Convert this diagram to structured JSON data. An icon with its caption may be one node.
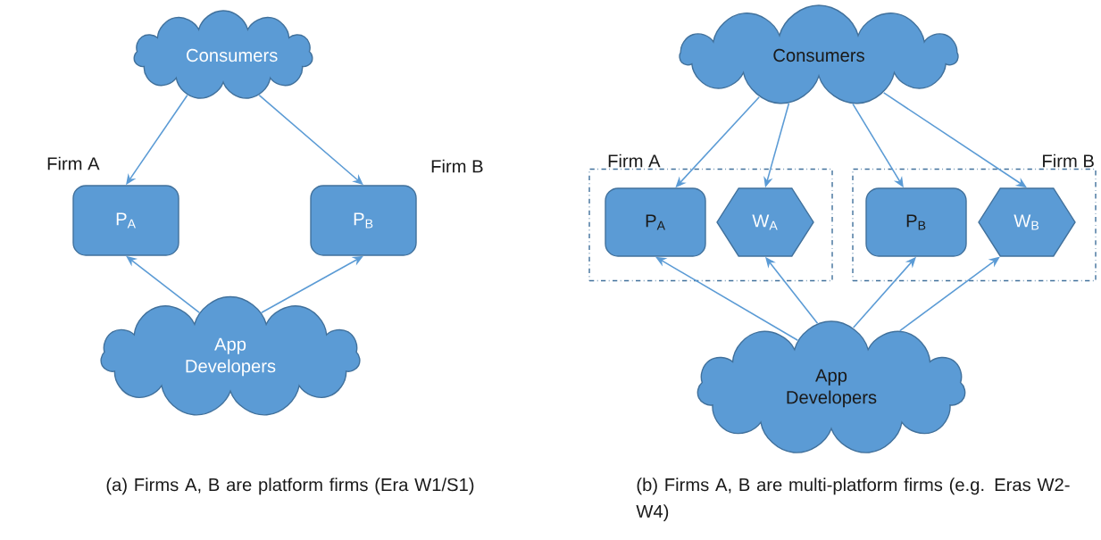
{
  "diagram": {
    "nodes": [
      {
        "text": [
          "Consumers"
        ]
      },
      {
        "text": [
          "P$_{A}$"
        ],
        "beside": [
          "Firm A"
        ]
      },
      {
        "text": [
          "P$_{B}$"
        ],
        "beside": [
          "Firm B"
        ]
      },
      {
        "text": [
          "App Developers"
        ]
      },
      {
        "text": [
          "Consumers"
        ]
      },
      {
        "text": [
          "Firm A"
        ]
      },
      {
        "text": [
          "P$_{A}$"
        ],
        "in": 5
      },
      {
        "text": [
          "W$_{A}$"
        ],
        "in": 5
      },
      {
        "text": [
          "Firm B"
        ]
      },
      {
        "text": [
          "P$_{B}$"
        ],
        "in": 8
      },
      {
        "text": [
          "W$_{B}$"
        ],
        "in": 8
      },
      {
        "text": [
          "App Developers"
        ]
      }
    ],
    "edges": [
      {
        "from": 0,
        "to": 1,
        "arrow": "to"
      },
      {
        "from": 0,
        "to": 2,
        "arrow": "to"
      },
      {
        "from": 3,
        "to": 1,
        "arrow": "to"
      },
      {
        "from": 3,
        "to": 2,
        "arrow": "to"
      },
      {
        "from": 4,
        "to": 6,
        "arrow": "to"
      },
      {
        "from": 4,
        "to": 7,
        "arrow": "to"
      },
      {
        "from": 4,
        "to": 9,
        "arrow": "to"
      },
      {
        "from": 4,
        "to": 10,
        "arrow": "to"
      },
      {
        "from": 11,
        "to": 6,
        "arrow": "to"
      },
      {
        "from": 11,
        "to": 7,
        "arrow": "to"
      },
      {
        "from": 11,
        "to": 9,
        "arrow": "to"
      },
      {
        "from": 11,
        "to": 10,
        "arrow": "to"
      }
    ],
    "labels": [
      "(a) Firms A, B are platform firms (Era W1/S1)",
      "(b) Firms A, B are multi-platform firms (e.g. Eras W2-W4)"
    ]
  }
}
